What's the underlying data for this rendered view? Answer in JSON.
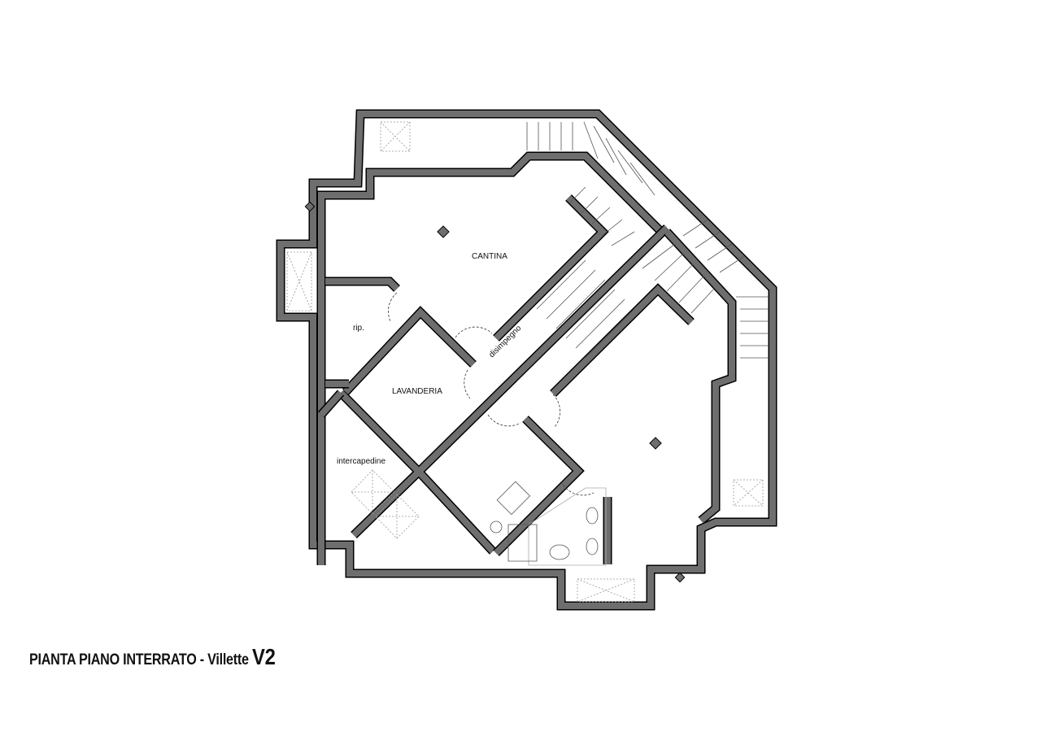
{
  "rooms": {
    "cantina": "CANTINA",
    "rip": "rip.",
    "lavanderia": "LAVANDERIA",
    "disimpegno": "disimpegno",
    "intercapedine": "intercapedine"
  },
  "title": {
    "main": "PIANTA PIANO INTERRATO - Villette",
    "code": "V2"
  },
  "colors": {
    "wall": "#6e6e6e",
    "outline": "#000000"
  }
}
